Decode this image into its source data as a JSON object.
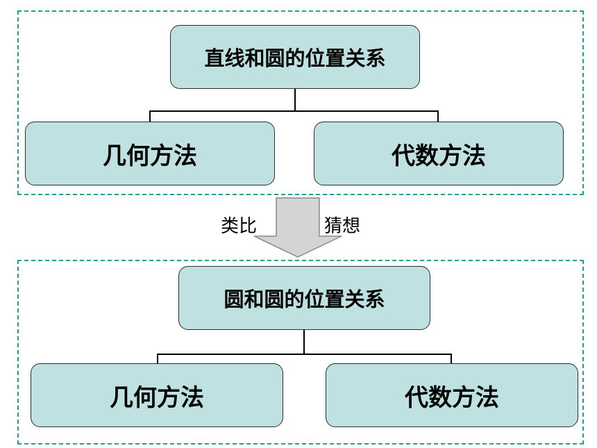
{
  "top_group": {
    "root": "直线和圆的位置关系",
    "left": "几何方法",
    "right": "代数方法"
  },
  "bottom_group": {
    "root": "圆和圆的位置关系",
    "left": "几何方法",
    "right": "代数方法"
  },
  "transition": {
    "left_label": "类比",
    "right_label": "猜想"
  },
  "colors": {
    "node_fill": "#bfe1e1",
    "dashed_border": "#1aa39a",
    "arrow_fill": "#d4d4d4"
  }
}
